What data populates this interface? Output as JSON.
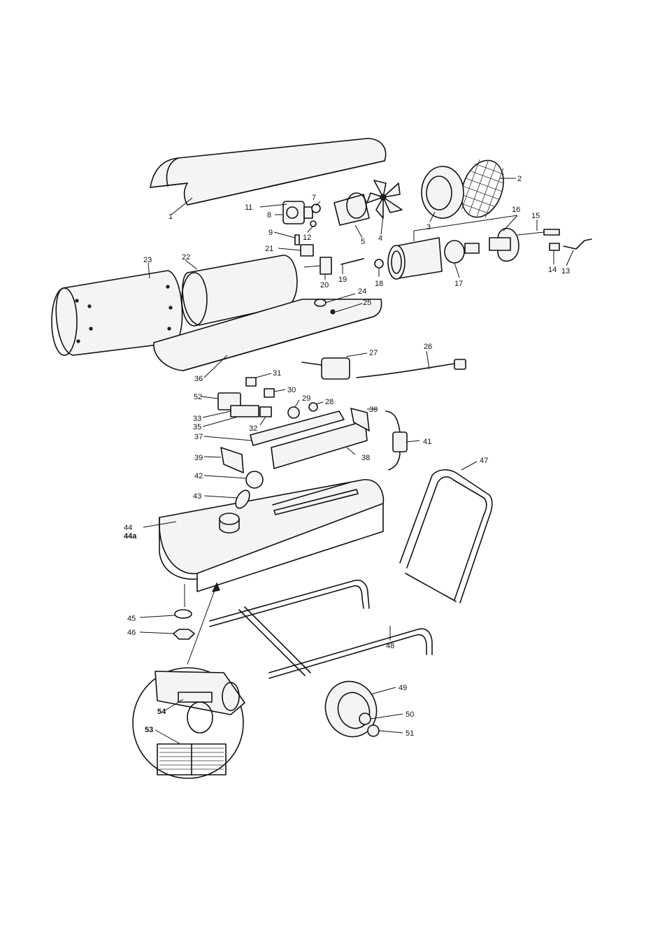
{
  "colors": {
    "ink": "#111111",
    "paper": "#ffffff"
  },
  "callouts": [
    {
      "label": "1"
    },
    {
      "label": "2"
    },
    {
      "label": "3"
    },
    {
      "label": "4"
    },
    {
      "label": "5"
    },
    {
      "label": "7"
    },
    {
      "label": "8"
    },
    {
      "label": "9"
    },
    {
      "label": "11"
    },
    {
      "label": "12"
    },
    {
      "label": "13"
    },
    {
      "label": "14"
    },
    {
      "label": "15"
    },
    {
      "label": "16"
    },
    {
      "label": "17"
    },
    {
      "label": "18"
    },
    {
      "label": "19"
    },
    {
      "label": "20"
    },
    {
      "label": "21"
    },
    {
      "label": "22"
    },
    {
      "label": "23"
    },
    {
      "label": "24"
    },
    {
      "label": "25"
    },
    {
      "label": "26"
    },
    {
      "label": "27"
    },
    {
      "label": "28"
    },
    {
      "label": "29"
    },
    {
      "label": "30"
    },
    {
      "label": "31"
    },
    {
      "label": "32"
    },
    {
      "label": "33"
    },
    {
      "label": "35"
    },
    {
      "label": "36"
    },
    {
      "label": "37"
    },
    {
      "label": "38"
    },
    {
      "label": "39"
    },
    {
      "label": "39"
    },
    {
      "label": "41"
    },
    {
      "label": "42"
    },
    {
      "label": "43"
    },
    {
      "label": "44"
    },
    {
      "label": "44a"
    },
    {
      "label": "45"
    },
    {
      "label": "46"
    },
    {
      "label": "47"
    },
    {
      "label": "48"
    },
    {
      "label": "49"
    },
    {
      "label": "50"
    },
    {
      "label": "51"
    },
    {
      "label": "52"
    },
    {
      "label": "53"
    },
    {
      "label": "54"
    }
  ]
}
